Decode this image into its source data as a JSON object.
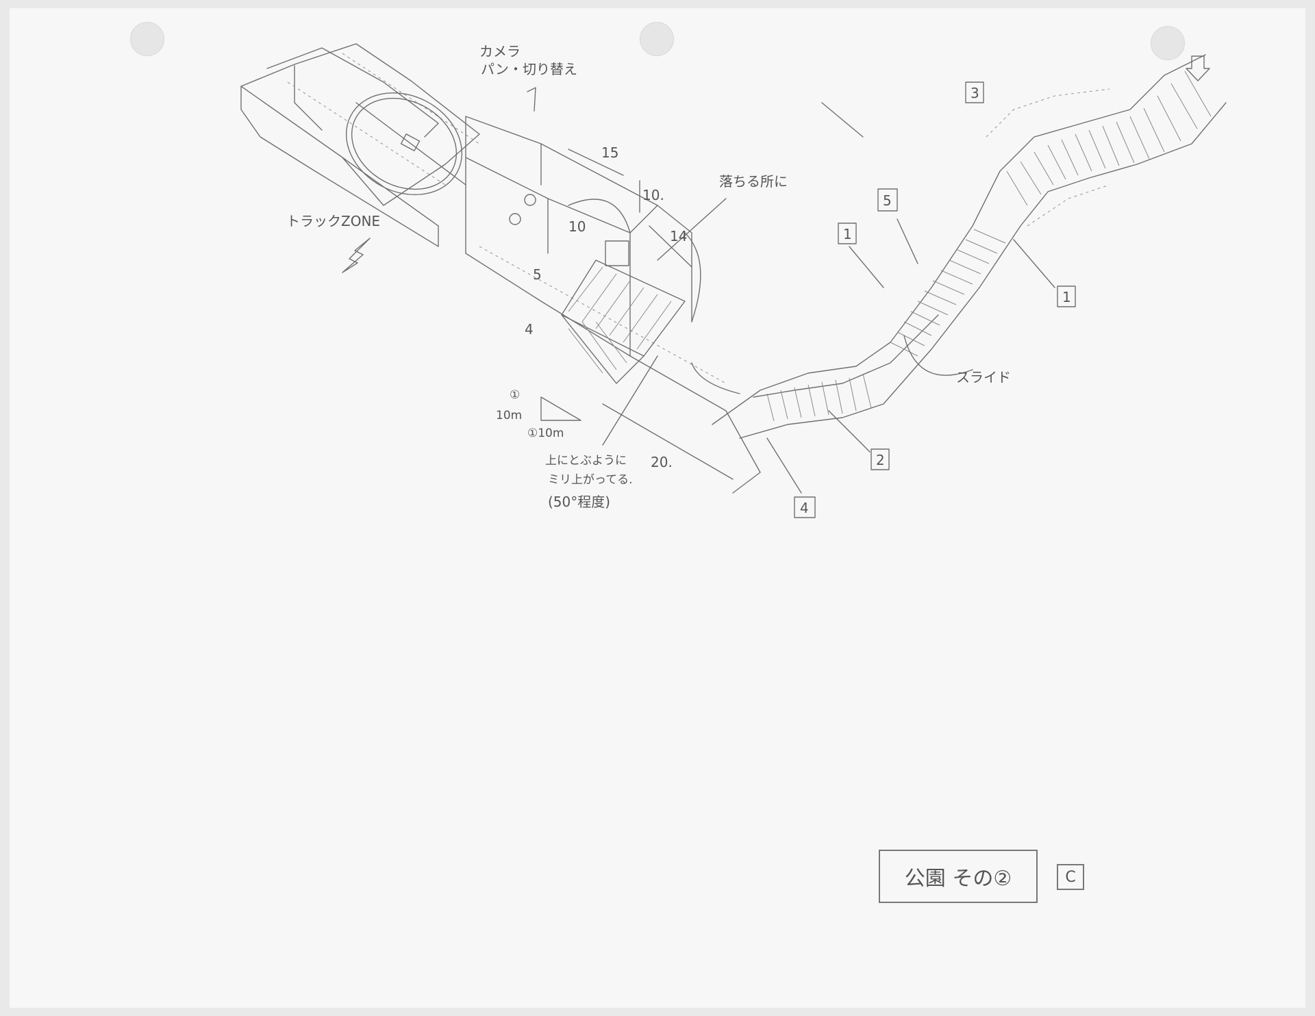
{
  "labels": {
    "camera": "カメラ",
    "camera_switch": "パン・切り替え",
    "track_zone": "トラックZONE",
    "dim_15": "15",
    "dim_10a": "10.",
    "dim_10b": "10",
    "dim_14": "14",
    "dim_5": "5",
    "dim_4": "4",
    "dim_20": "20.",
    "fall_note": "落ちる所に",
    "slope_note_1": "上にとぶように",
    "slope_note_2": "ミリ上がってる.",
    "slope_note_3": "(50°程度)",
    "triangle_top": "①",
    "triangle_left": "10m",
    "triangle_bottom": "①10m",
    "slide": "スライド",
    "box_1a": "1",
    "box_1b": "1",
    "box_2": "2",
    "box_3": "3",
    "box_4": "4",
    "box_5": "5"
  },
  "title_box": "公園 その②",
  "cut_box": "C"
}
